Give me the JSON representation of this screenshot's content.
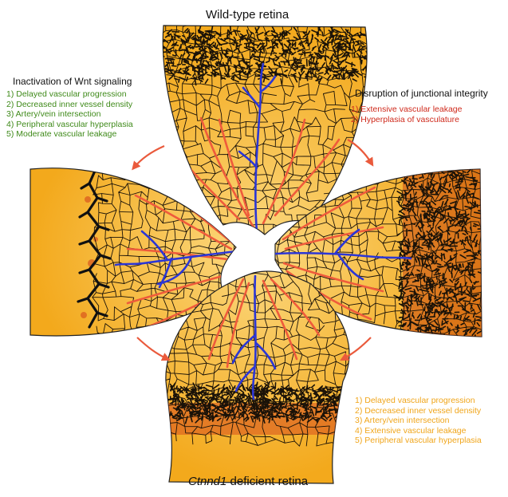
{
  "top_title": "Wild-type retina",
  "bottom_title": {
    "gene": "Ctnnd1",
    "suffix": " deficient retina"
  },
  "left_panel": {
    "heading": "Inactivation of Wnt signaling",
    "items": [
      "1) Delayed vascular progression",
      "2) Decreased inner vessel density",
      "3) Artery/vein intersection",
      "4) Peripheral vascular hyperplasia",
      "5) Moderate vascular leakage"
    ]
  },
  "right_panel": {
    "heading": "Disruption of junctional integrity",
    "items": [
      "1) Extensive vascular leakage",
      "2) Hyperplasia of vasculature"
    ]
  },
  "bottom_panel": {
    "items": [
      "1) Delayed vascular progression",
      "2) Decreased inner vessel density",
      "3) Artery/vein intersection",
      "4) Extensive vascular leakage",
      "5) Peripheral vascular hyperplasia"
    ]
  },
  "colors": {
    "retina_fill": "#f6b92c",
    "retina_light": "#fbd67a",
    "capillary": "#1a1208",
    "artery": "#ef5b3b",
    "vein": "#2b36d6",
    "leakage": "#d8561e",
    "left_text": "#3f8a1a",
    "right_text": "#cf2a1c",
    "bottom_text": "#f0a51a",
    "arrow": "#ea5a3c"
  }
}
